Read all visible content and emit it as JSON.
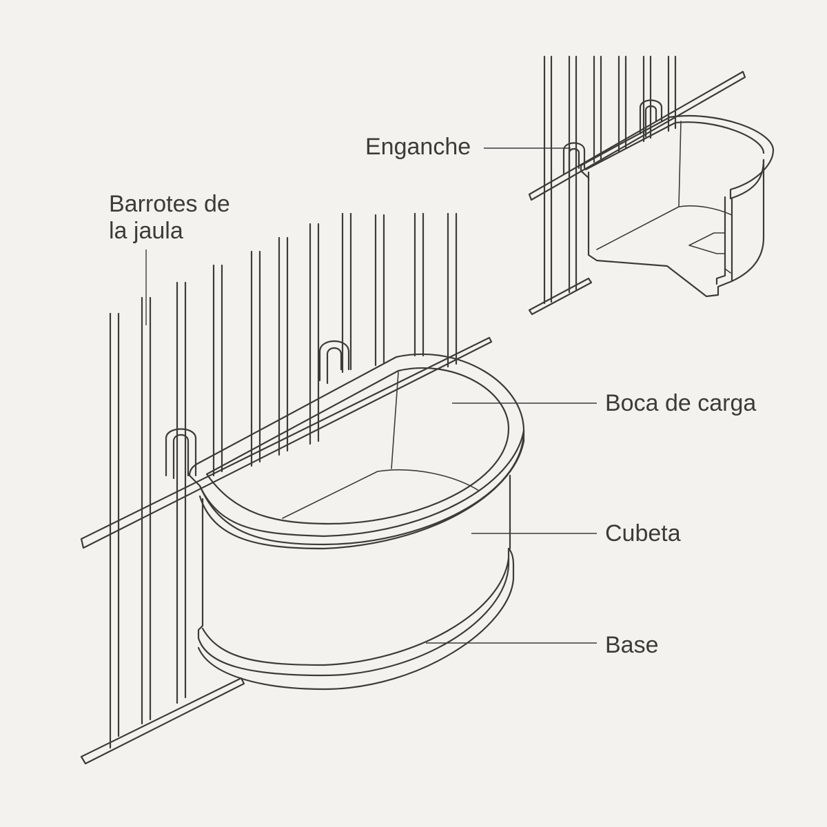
{
  "labels": {
    "bars_line1": "Barrotes de",
    "bars_line2": "la jaula",
    "hook": "Enganche",
    "mouth": "Boca de carga",
    "tub": "Cubeta",
    "base": "Base"
  },
  "colors": {
    "background": "#f3f2ee",
    "line": "#3b3b38"
  }
}
